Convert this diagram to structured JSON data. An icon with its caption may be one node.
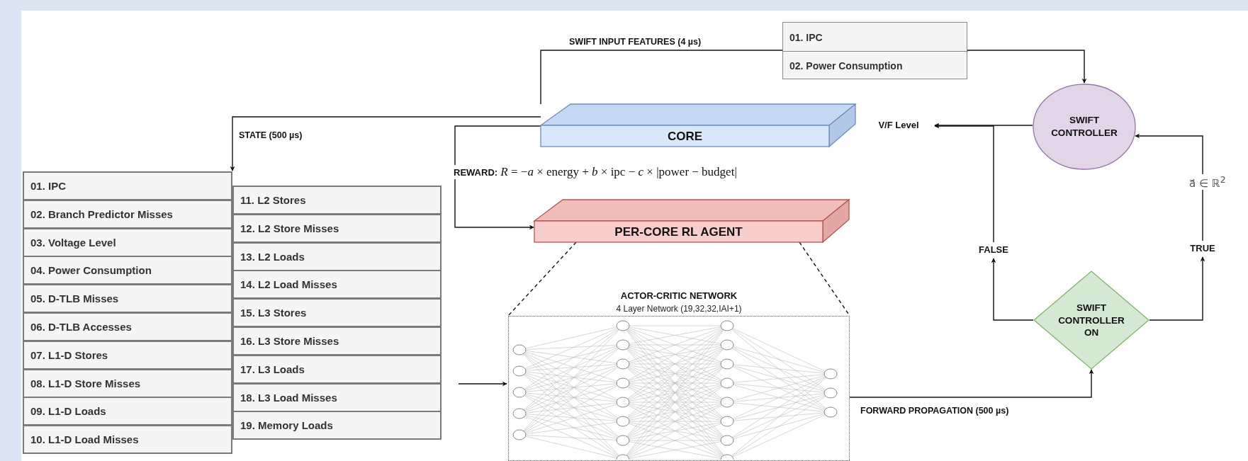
{
  "diagram": {
    "nodes": [
      {
        "text": [],
        "shape": "box"
      },
      {
        "text": [
          "01. IPC"
        ],
        "in": 0
      },
      {
        "text": [
          "02. Power Consumption"
        ],
        "in": 0
      },
      {
        "text": [
          "CORE"
        ]
      },
      {
        "text": [
          "V/F Level"
        ]
      },
      {
        "text": [
          "SWIFT CONTROLLER"
        ]
      },
      {
        "text": [],
        "shape": "box"
      },
      {
        "text": [
          "01. IPC"
        ],
        "in": 6
      },
      {
        "text": [
          "02. Branch Predictor Misses"
        ],
        "in": 6
      },
      {
        "text": [
          "03. Voltage Level"
        ],
        "in": 6
      },
      {
        "text": [
          "04. Power Consumption"
        ],
        "in": 6
      },
      {
        "text": [
          "05. D-TLB Misses"
        ],
        "in": 6
      },
      {
        "text": [
          "06. D-TLB Accesses"
        ],
        "in": 6
      },
      {
        "text": [
          "07. L1-D Stores"
        ],
        "in": 6
      },
      {
        "text": [
          "08. L1-D Store Misses"
        ],
        "in": 6
      },
      {
        "text": [
          "09. L1-D Loads"
        ],
        "in": 6
      },
      {
        "text": [
          "10. L1-D Load Misses"
        ],
        "in": 6
      },
      {
        "text": [
          "11. L2 Stores"
        ],
        "in": 6
      },
      {
        "text": [
          "12. L2 Store Misses"
        ],
        "in": 6
      },
      {
        "text": [
          "13. L2 Loads"
        ],
        "in": 6
      },
      {
        "text": [
          "14. L2 Load Misses"
        ],
        "in": 6
      },
      {
        "text": [
          "15. L3 Stores"
        ],
        "in": 6
      },
      {
        "text": [
          "16. L3 Store Misses"
        ],
        "in": 6
      },
      {
        "text": [
          "17. L3 Loads"
        ],
        "in": 6
      },
      {
        "text": [
          "18. L3 Load Misses"
        ],
        "in": 6
      },
      {
        "text": [
          "19. Memory Loads"
        ],
        "in": 6
      },
      {
        "text": [
          "PER-CORE RL AGENT"
        ]
      },
      {
        "text": [
          "ACTOR-CRITIC NETWORK",
          "4 Layer Network (19,32,32,IAI+1)"
        ]
      },
      {
        "text": [
          "FALSE"
        ]
      },
      {
        "text": [
          "TRUE"
        ]
      },
      {
        "text": [
          "SWIFT CONTROLLER ON"
        ]
      }
    ],
    "edges": [
      {
        "from": 3,
        "to": 6,
        "arrow": "to",
        "label": "STATE (500 µs)"
      },
      {
        "from": 3,
        "to": 26,
        "arrow": "to",
        "label": "**REWARD:** *R* = −*a* × energy + *b* × ipc − *c* × |power − budget|"
      },
      {
        "from": 3,
        "to": 5,
        "arrow": "to",
        "label": "SWIFT INPUT FEATURES (4 µs)"
      },
      {
        "from": 5,
        "to": 4,
        "arrow": "to"
      },
      {
        "from": 30,
        "to": 28,
        "arrow": "to"
      },
      {
        "from": 28,
        "to": 4,
        "arrow": "to"
      },
      {
        "from": 30,
        "to": 29,
        "arrow": "to"
      },
      {
        "from": 29,
        "to": 5,
        "arrow": "to",
        "label": "a⃗ ∈ ℝ$^{2}$"
      },
      {
        "from": 27,
        "to": 30,
        "arrow": "to",
        "label": "FORWARD PROPAGATION (500 µs)"
      },
      {
        "from": 6,
        "to": 27,
        "arrow": "to"
      },
      {
        "from": 26,
        "to": 27,
        "arrow": "none",
        "style": "dashed"
      },
      {
        "from": 26,
        "to": 27,
        "arrow": "none",
        "style": "dashed"
      }
    ]
  }
}
